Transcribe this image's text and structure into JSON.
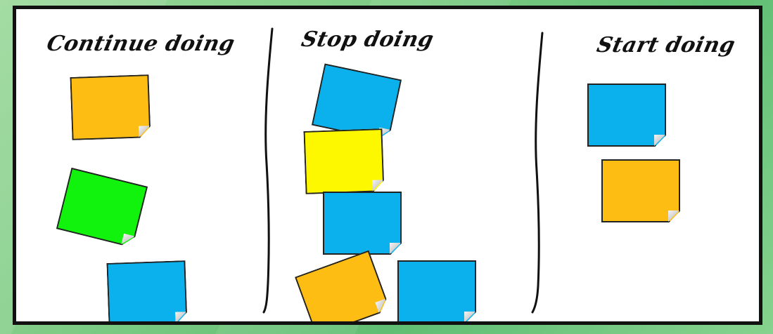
{
  "board": {
    "columns": [
      {
        "title": "Continue doing",
        "notes": [
          {
            "color": "#fdbd12"
          },
          {
            "color": "#11f20d"
          },
          {
            "color": "#0bb1ec"
          }
        ]
      },
      {
        "title": "Stop doing",
        "notes": [
          {
            "color": "#0bb1ec"
          },
          {
            "color": "#fdf700"
          },
          {
            "color": "#0bb1ec"
          },
          {
            "color": "#fdbd12"
          },
          {
            "color": "#0bb1ec"
          }
        ]
      },
      {
        "title": "Start doing",
        "notes": [
          {
            "color": "#0bb1ec"
          },
          {
            "color": "#fdbd12"
          }
        ]
      }
    ]
  }
}
